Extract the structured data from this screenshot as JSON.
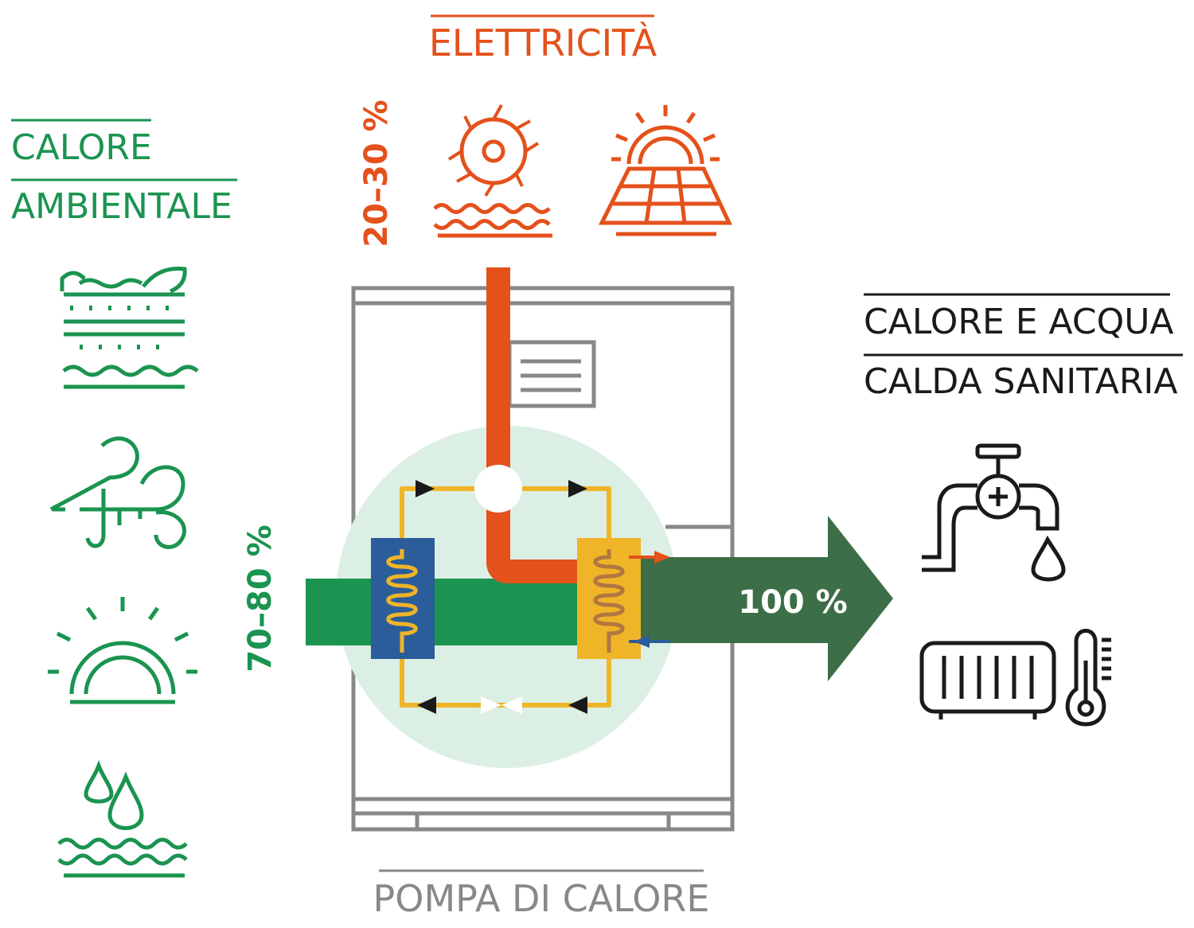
{
  "labels": {
    "electricity": "ELETTRICITÀ",
    "ambient_line1": "CALORE",
    "ambient_line2": "AMBIENTALE",
    "output_line1": "CALORE E ACQUA",
    "output_line2": "CALDA SANITARIA",
    "heat_pump": "POMPA DI CALORE",
    "pct_electric": "20–30 %",
    "pct_ambient": "70–80 %",
    "pct_total": "100 %"
  },
  "colors": {
    "green": "#1a9450",
    "orange": "#e4511b",
    "dark_green": "#3c6e47",
    "gray": "#888888",
    "black": "#1a1a1a",
    "yellow": "#f0b429",
    "blue": "#2a5d9a",
    "circle_fill": "#dcefe4"
  },
  "icons": {
    "ambient": [
      "ground-icon",
      "air-icon",
      "sun-icon",
      "water-icon"
    ],
    "electricity": [
      "hydro-turbine-icon",
      "solar-panel-icon"
    ],
    "output": [
      "tap-water-icon",
      "radiator-thermometer-icon"
    ]
  }
}
